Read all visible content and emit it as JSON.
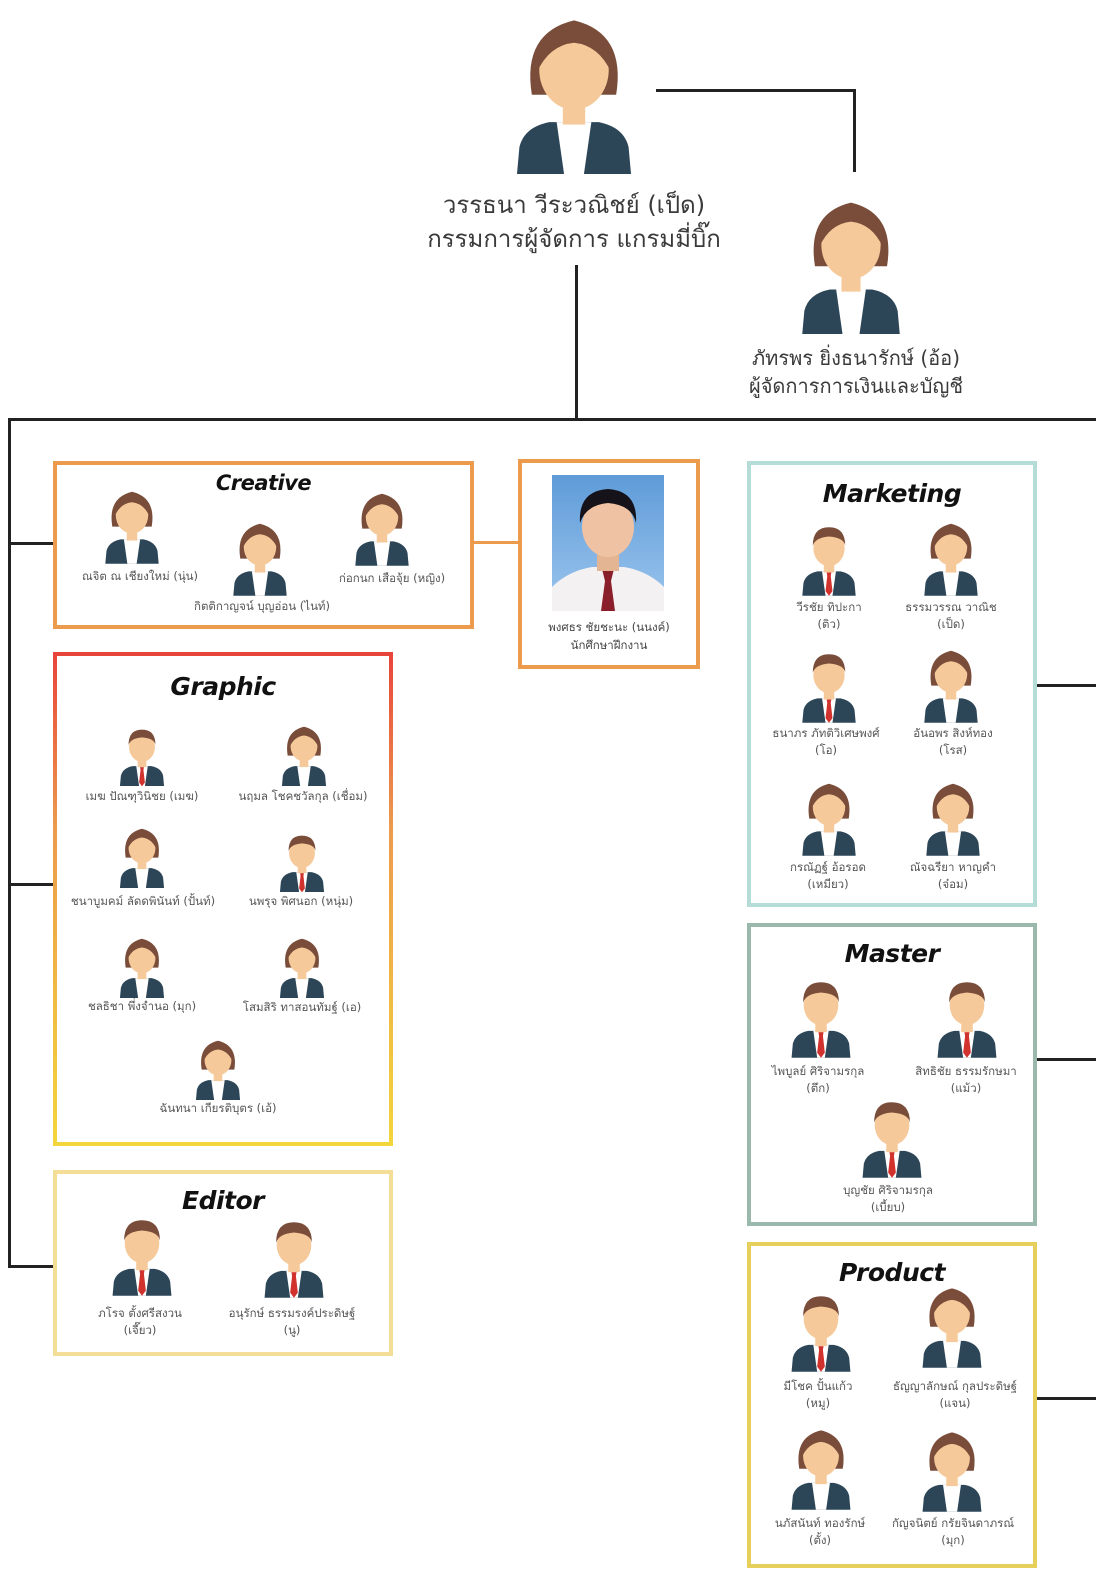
{
  "executives": {
    "ceo": {
      "name": "วรรธนา วีระวณิชย์ (เป็ด)",
      "title": "กรรมการผู้จัดการ แกรมมี่บิ๊ก"
    },
    "finance": {
      "name": "ภัทรพร ยิ่งธนารักษ์ (อ้อ)",
      "title": "ผู้จัดการการเงินและบัญชี"
    }
  },
  "teams": {
    "creative": {
      "title": "Creative",
      "members": [
        {
          "name": "ณจิต ณ เชียงใหม่ (นุ่น)"
        },
        {
          "name": "กิตติกาญจน์ บุญอ่อน (ไนท์)"
        },
        {
          "name": "ก่อกนก เสือจุ้ย (หญิง)"
        }
      ]
    },
    "intern": {
      "name": "พงศธร ชัยชะนะ (นนงค์)",
      "title": "นักศึกษาฝึกงาน"
    },
    "graphic": {
      "title": "Graphic",
      "members": [
        {
          "name": "เมฆ ปัณฑุวินิชย (เมฆ)"
        },
        {
          "name": "นฤมล โชคชวัลกุล (เชื่อม)"
        },
        {
          "name": "ชนาบูมคม์ ลัดดพินันท์ (ปั้นท์)"
        },
        {
          "name": "นพรุจ พิศนอก (หนุ่ม)"
        },
        {
          "name": "ชลธิชา พึ่งจำนอ (มุก)"
        },
        {
          "name": "โสมสิริ ทาสอนทัมฐ์ (เอ)"
        },
        {
          "name": "ฉันทนา เกียรติบุตร (เอ้)"
        }
      ]
    },
    "editor": {
      "title": "Editor",
      "members": [
        {
          "name": "ภโรจ ตั้งศรีสงวน",
          "nick": "(เจี๊ยว)"
        },
        {
          "name": "อนุรักษ์ ธรรมรงค์ประดิษฐ์",
          "nick": "(นู)"
        }
      ]
    },
    "marketing": {
      "title": "Marketing",
      "members": [
        {
          "name": "วีรชัย ทิปะกา",
          "nick": "(ติว)"
        },
        {
          "name": "ธรรมวรรณ วาณิช",
          "nick": "(เป็ด)"
        },
        {
          "name": "ธนาภร ภัทติวิเศษพงศ์",
          "nick": "(โอ)"
        },
        {
          "name": "อันอพร สิงห์ทอง",
          "nick": "(โรส)"
        },
        {
          "name": "กรณัฏฐ์ อ้อรอด",
          "nick": "(เหมียว)"
        },
        {
          "name": "ณัจฉรียา หาญคำ",
          "nick": "(จ๋อม)"
        }
      ]
    },
    "master": {
      "title": "Master",
      "members": [
        {
          "name": "ไพบูลย์ ศิริจามรกุล",
          "nick": "(ตึก)"
        },
        {
          "name": "สิทธิชัย ธรรมรักษมา",
          "nick": "(แม้ว)"
        },
        {
          "name": "บุญชัย ศิริจามรกุล",
          "nick": "(เบี้ยบ)"
        }
      ]
    },
    "product": {
      "title": "Product",
      "members": [
        {
          "name": "มีโชค ปั้นแก้ว",
          "nick": "(หมู)"
        },
        {
          "name": "ธัญญาลักษณ์ กุลประดิษฐ์",
          "nick": "(แจน)"
        },
        {
          "name": "นภัสนันท์ ทองรักษ์",
          "nick": "(ตั้ง)"
        },
        {
          "name": "กัญจนิตย์ กรัยจินดาภรณ์",
          "nick": "(มุก)"
        }
      ]
    }
  },
  "colors": {
    "creative_border": "#ec9a4c",
    "graphic_border_top": "#e8453a",
    "graphic_border_bottom": "#f3d53c",
    "editor_border": "#f4dd97",
    "marketing_border": "#b5dcd6",
    "master_border": "#9bb8ad",
    "product_border": "#e6cf5a",
    "hair": "#7a4d3a",
    "skin": "#f6c99a",
    "suit": "#2c4658",
    "shirt": "#ffffff",
    "tie": "#d2322d"
  }
}
